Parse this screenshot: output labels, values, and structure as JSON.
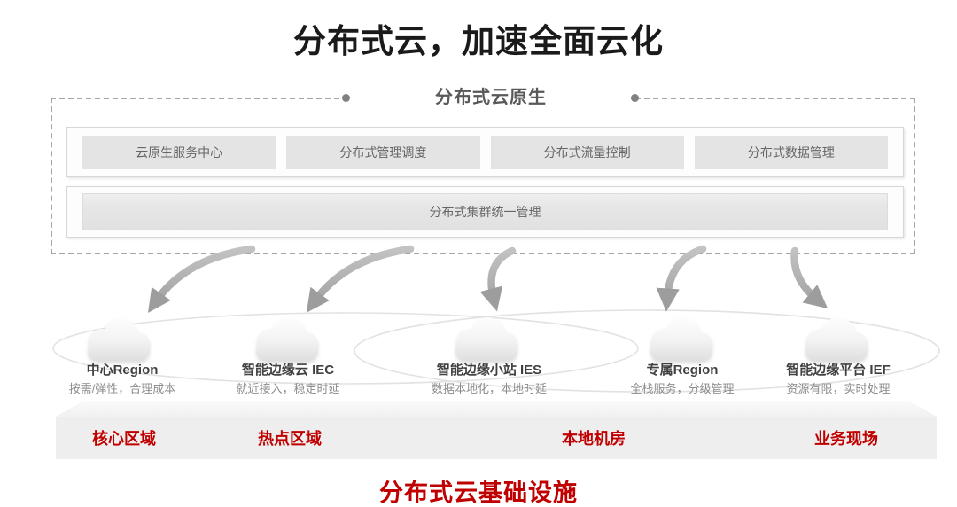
{
  "page": {
    "title": "分布式云，加速全面云化",
    "footer_title": "分布式云基础设施"
  },
  "cloud_native_layer": {
    "title": "分布式云原生",
    "service_boxes": [
      "云原生服务中心",
      "分布式管理调度",
      "分布式流量控制",
      "分布式数据管理"
    ],
    "management_box": "分布式集群统一管理"
  },
  "edge_clouds": [
    {
      "icon": "cloud",
      "title": "中心Region",
      "subtitle": "按需/弹性，合理成本"
    },
    {
      "icon": "cloud",
      "title": "智能边缘云 IEC",
      "subtitle": "就近接入，稳定时延"
    },
    {
      "icon": "cloud",
      "title": "智能边缘小站 IES",
      "subtitle": "数据本地化，本地时延"
    },
    {
      "icon": "cloud",
      "title": "专属Region",
      "subtitle": "全栈服务，分级管理"
    },
    {
      "icon": "cloud",
      "title": "智能边缘平台 IEF",
      "subtitle": "资源有限，实时处理"
    }
  ],
  "infrastructure_zones": [
    "核心区域",
    "热点区域",
    "本地机房",
    "业务现场"
  ],
  "colors": {
    "accent_red": "#c00000",
    "title_black": "#1a1a1a",
    "gray_text": "#595959",
    "box_gray": "#e4e4e4",
    "arrow_gray": "#ababab"
  }
}
